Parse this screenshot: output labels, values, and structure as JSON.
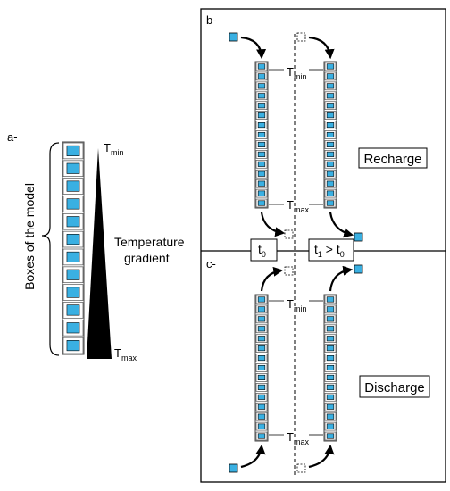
{
  "panel_a": {
    "label": "a-",
    "y_axis_label": "Boxes of the model",
    "gradient_label_line1": "Temperature",
    "gradient_label_line2": "gradient",
    "t_top": "T",
    "t_top_sub": "min",
    "t_bottom": "T",
    "t_bottom_sub": "max",
    "box_count": 12
  },
  "panel_b": {
    "label": "b-",
    "mode": "Recharge",
    "t_top": "T",
    "t_top_sub": "min",
    "t_bottom": "T",
    "t_bottom_sub": "max",
    "box_count": 15
  },
  "panel_c": {
    "label": "c-",
    "mode": "Discharge",
    "t_top": "T",
    "t_top_sub": "min",
    "t_bottom": "T",
    "t_bottom_sub": "max",
    "box_count": 15
  },
  "time": {
    "t0": "t",
    "t0_sub": "0",
    "t1_main": "t",
    "t1_sub": "1",
    "t1_rest": " > t",
    "t1_sub2": "0"
  },
  "colors": {
    "box_fill": "#3ab0e2",
    "box_border": "#000000",
    "outline": "#000000"
  }
}
